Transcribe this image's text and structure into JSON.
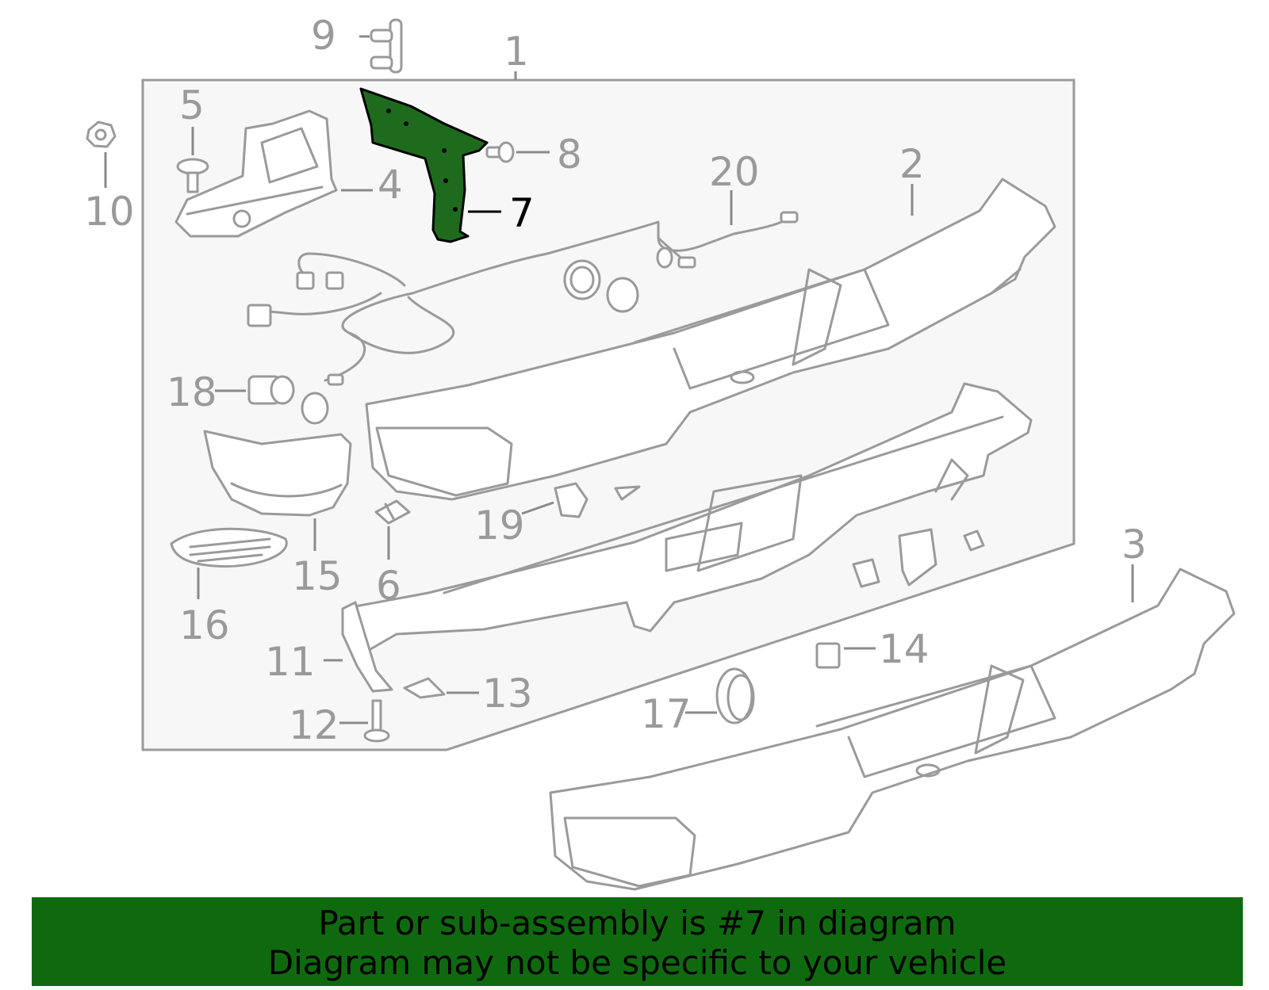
{
  "diagram": {
    "highlight_color": "#1e6b1e",
    "callouts": [
      {
        "id": "1",
        "label": "1"
      },
      {
        "id": "2",
        "label": "2"
      },
      {
        "id": "3",
        "label": "3"
      },
      {
        "id": "4",
        "label": "4"
      },
      {
        "id": "5",
        "label": "5"
      },
      {
        "id": "6",
        "label": "6"
      },
      {
        "id": "7",
        "label": "7",
        "highlighted": true
      },
      {
        "id": "8",
        "label": "8"
      },
      {
        "id": "9",
        "label": "9"
      },
      {
        "id": "10",
        "label": "10"
      },
      {
        "id": "11",
        "label": "11"
      },
      {
        "id": "12",
        "label": "12"
      },
      {
        "id": "13",
        "label": "13"
      },
      {
        "id": "14",
        "label": "14"
      },
      {
        "id": "15",
        "label": "15"
      },
      {
        "id": "16",
        "label": "16"
      },
      {
        "id": "17",
        "label": "17"
      },
      {
        "id": "18",
        "label": "18"
      },
      {
        "id": "19",
        "label": "19"
      },
      {
        "id": "20",
        "label": "20"
      }
    ]
  },
  "banner": {
    "line1": "Part or sub-assembly is #7 in diagram",
    "line2": "Diagram may not be specific to your vehicle",
    "color": "#0f6a0f"
  }
}
